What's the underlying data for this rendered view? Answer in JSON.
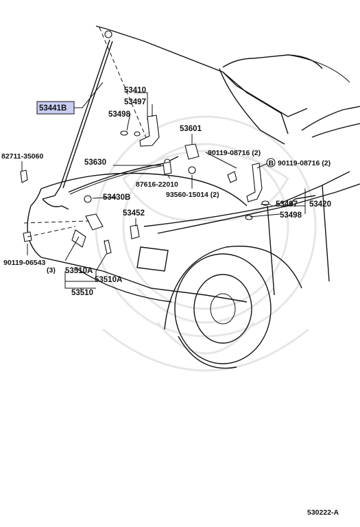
{
  "labels": {
    "hood_support_rod": "53441B",
    "hood_hinge_assy_left": "53410",
    "hood_hinge_washer_left": "53497",
    "hood_hinge_sub_left": "53498",
    "hood_lock": "53601",
    "clip_left": "82711-35060",
    "release_cable": "53630",
    "bolt_right": "90119-08716 (2)",
    "bolt_symbol": "90119-08716 (2)",
    "clip_pin": "87616-22010",
    "screw_lock": "93560-15014 (2)",
    "hood_cushion": "53430B",
    "hood_hinge_washer_right": "53497",
    "hood_hinge_assy_right": "53420",
    "hood_hinge_sub_right": "53498",
    "hood_stopper": "53452",
    "bolt_left": "90119-06543",
    "bolt_left_qty": "(3)",
    "spring_a1": "53510A",
    "spring_a2": "53510A",
    "spring_assy": "53510",
    "diagram_code": "530222-A"
  },
  "highlight_color": "#c9cdf2",
  "symbol_letter": "B"
}
